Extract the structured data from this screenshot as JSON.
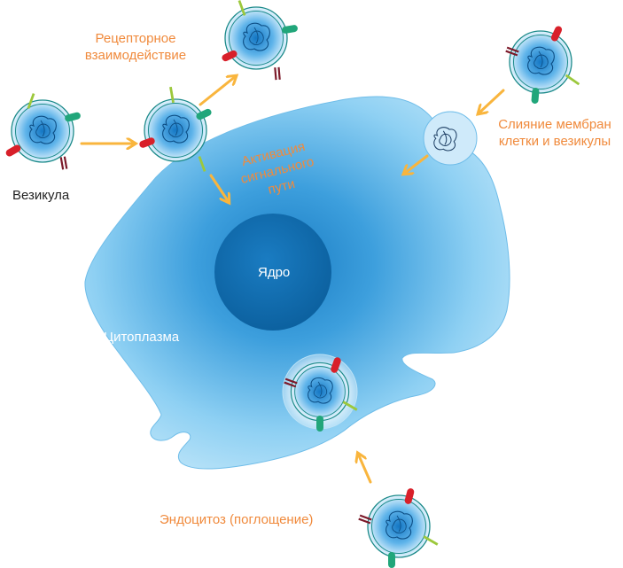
{
  "labels": {
    "receptor_interaction": [
      "Рецепторное",
      "взаимодействие"
    ],
    "vesicle": "Везикула",
    "membrane_fusion": [
      "Слияние мембран",
      "клетки и везикулы"
    ],
    "signal_activation": [
      "Активация",
      "сигнального",
      "пути"
    ],
    "nucleus": "Ядро",
    "cytoplasm": "Цитоплазма",
    "endocytosis": "Эндоцитоз (поглощение)"
  },
  "colors": {
    "label_orange": "#f08a3c",
    "arrow": "#f9b53d",
    "cell_fill": "#8ed0f3",
    "cell_outline": "#4aa8dd",
    "nucleus": "#0d6aa8",
    "receptor_red": "#d8202a",
    "receptor_green": "#21a67a",
    "receptor_lime": "#9cc83c",
    "receptor_maroon": "#7c1a2a"
  }
}
